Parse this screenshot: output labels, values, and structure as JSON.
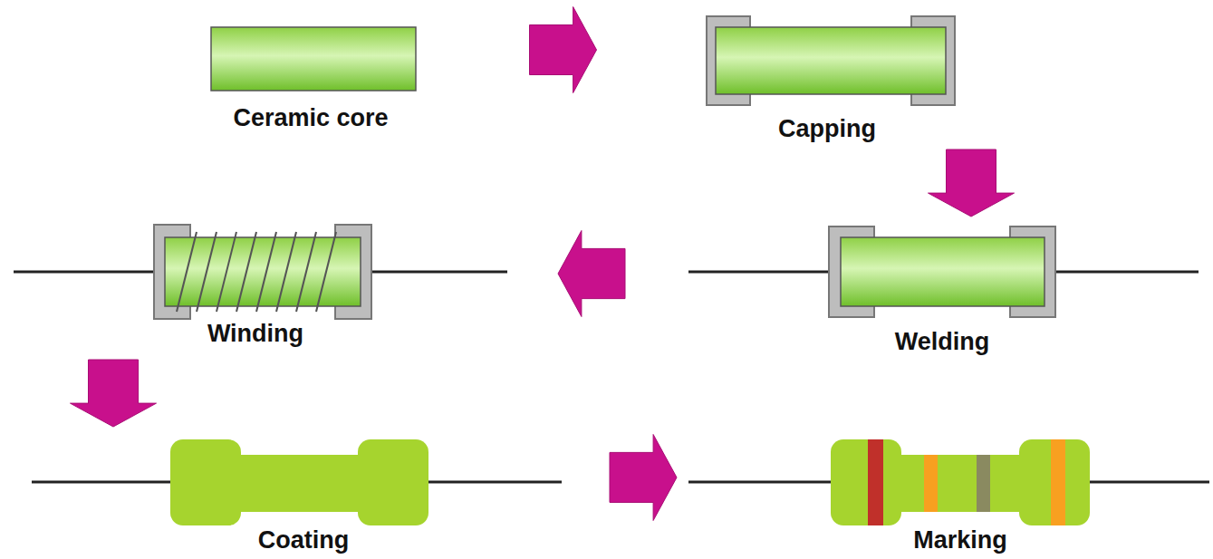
{
  "diagram": {
    "nodes": [
      {
        "text": [
          "Ceramic core"
        ]
      },
      {
        "text": [
          "Capping"
        ]
      },
      {
        "text": [
          "Welding"
        ]
      },
      {
        "text": [
          "Winding"
        ]
      },
      {
        "text": [
          "Coating"
        ]
      },
      {
        "text": [
          "Marking"
        ]
      }
    ],
    "edges": [
      {
        "from": 0,
        "to": 1,
        "arrow": "to"
      },
      {
        "from": 1,
        "to": 2,
        "arrow": "to"
      },
      {
        "from": 2,
        "to": 3,
        "arrow": "to"
      },
      {
        "from": 3,
        "to": 4,
        "arrow": "to"
      },
      {
        "from": 4,
        "to": 5,
        "arrow": "to"
      }
    ]
  }
}
